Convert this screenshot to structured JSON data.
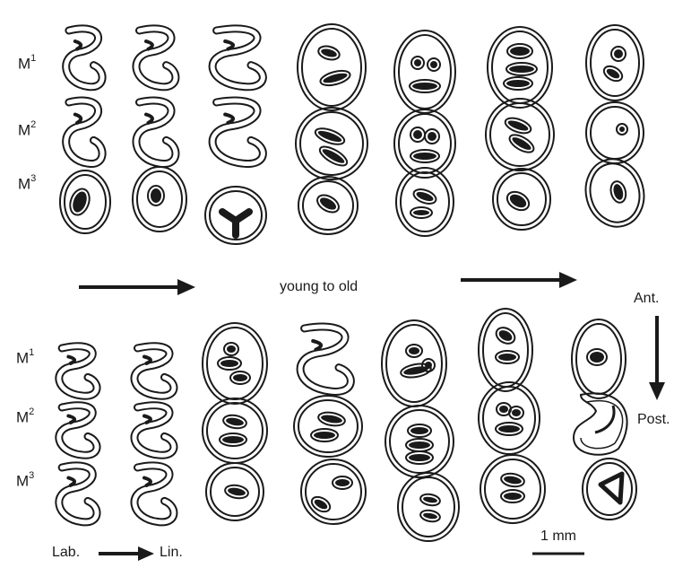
{
  "colors": {
    "ink": "#1a1a1a",
    "background": "#ffffff"
  },
  "rows": {
    "top": {
      "molar_labels": {
        "m1": "M",
        "m1_sup": "1",
        "m2": "M",
        "m2_sup": "2",
        "m3": "M",
        "m3_sup": "3"
      }
    },
    "bottom": {
      "molar_labels": {
        "m1": "M",
        "m1_sup": "1",
        "m2": "M",
        "m2_sup": "2",
        "m3": "M",
        "m3_sup": "3"
      }
    }
  },
  "age_caption": "young to old",
  "orientation": {
    "anterior": "Ant.",
    "posterior": "Post.",
    "labial": "Lab.",
    "lingual": "Lin."
  },
  "scale_bar": {
    "label": "1 mm"
  }
}
